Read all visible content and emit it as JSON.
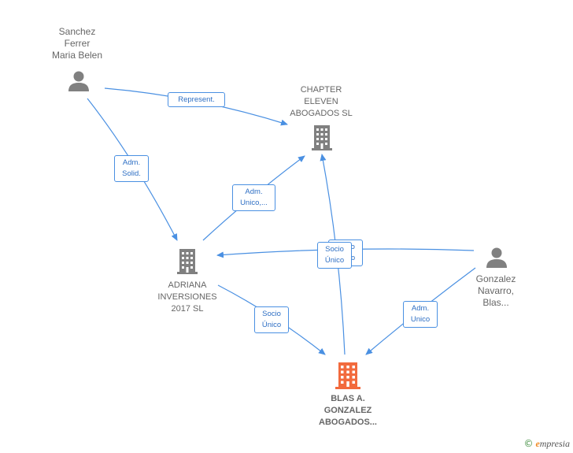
{
  "colors": {
    "edge": "#4a90e2",
    "company_gray": "#808080",
    "company_highlight": "#f26a3d",
    "person_gray": "#808080",
    "label_gray": "#666666"
  },
  "nodes": {
    "sanchez": {
      "label": "Sanchez\nFerrer\nMaria Belen",
      "icon": "person-icon"
    },
    "chapter": {
      "label": "CHAPTER\nELEVEN\nABOGADOS  SL",
      "icon": "building-icon"
    },
    "adriana": {
      "label": "ADRIANA\nINVERSIONES\n2017  SL",
      "icon": "building-icon"
    },
    "gonzalez": {
      "label": "Gonzalez\nNavarro,\nBlas...",
      "icon": "person-icon"
    },
    "blas": {
      "label": "BLAS A.\nGONZALEZ\nABOGADOS...",
      "icon": "building-icon"
    }
  },
  "edges": {
    "represent": "Represent.",
    "adm_solid": "Adm.\nSolid.",
    "adm_unico_ellipsis": "Adm.\nUnico,...",
    "socio_unico_back": "Socio\nÚnico",
    "socio_unico_front": "Socio\nÚnico",
    "socio_unico_adriana": "Socio\nÚnico",
    "adm_unico": "Adm.\nUnico"
  },
  "footer": {
    "copyright": "©",
    "brand_initial": "e",
    "brand_rest": "mpresia"
  }
}
